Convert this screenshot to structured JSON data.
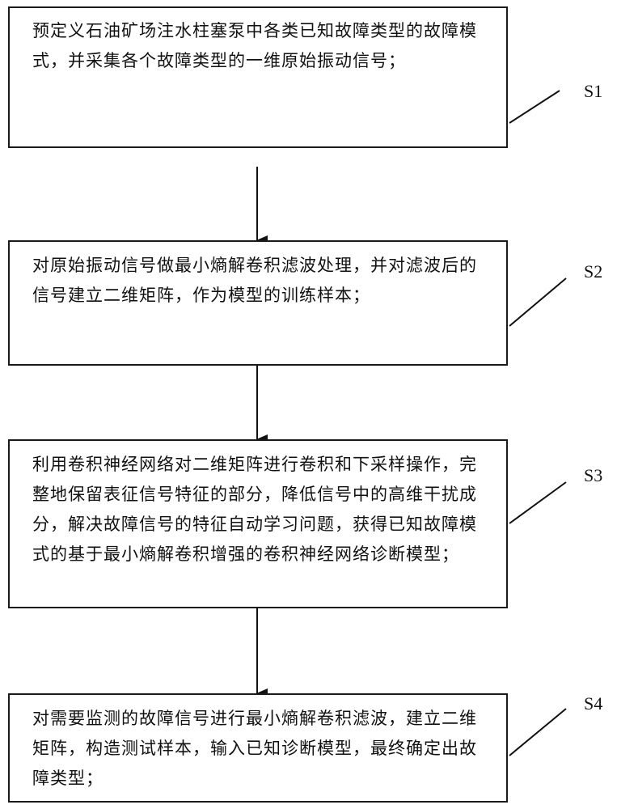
{
  "steps": [
    {
      "id": "S1",
      "label": "S1",
      "text": "预定义石油矿场注水柱塞泵中各类已知故障类型的故障模式，并采集各个故障类型的一维原始振动信号；"
    },
    {
      "id": "S2",
      "label": "S2",
      "text": "对原始振动信号做最小熵解卷积滤波处理，并对滤波后的信号建立二维矩阵，作为模型的训练样本；"
    },
    {
      "id": "S3",
      "label": "S3",
      "text": "利用卷积神经网络对二维矩阵进行卷积和下采样操作，完整地保留表征信号特征的部分，降低信号中的高维干扰成分，解决故障信号的特征自动学习问题，获得已知故障模式的基于最小熵解卷积增强的卷积神经网络诊断模型；"
    },
    {
      "id": "S4",
      "label": "S4",
      "text": "对需要监测的故障信号进行最小熵解卷积滤波，建立二维矩阵，构造测试样本，输入已知诊断模型，最终确定出故障类型；"
    }
  ]
}
